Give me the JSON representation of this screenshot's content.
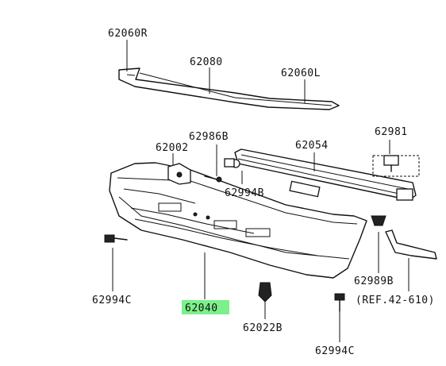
{
  "labels": {
    "p62060R": "62060R",
    "p62080": "62080",
    "p62060L": "62060L",
    "p62986B": "62986B",
    "p62002": "62002",
    "p62054": "62054",
    "p62981": "62981",
    "p62994B": "62994B",
    "p62994C_left": "62994C",
    "p62040": "62040",
    "p62989B": "62989B",
    "ref": "(REF.42-610)",
    "p62022B": "62022B",
    "p62994C_right": "62994C"
  },
  "colors": {
    "highlight": "#7cf08a",
    "ink": "#111111"
  }
}
